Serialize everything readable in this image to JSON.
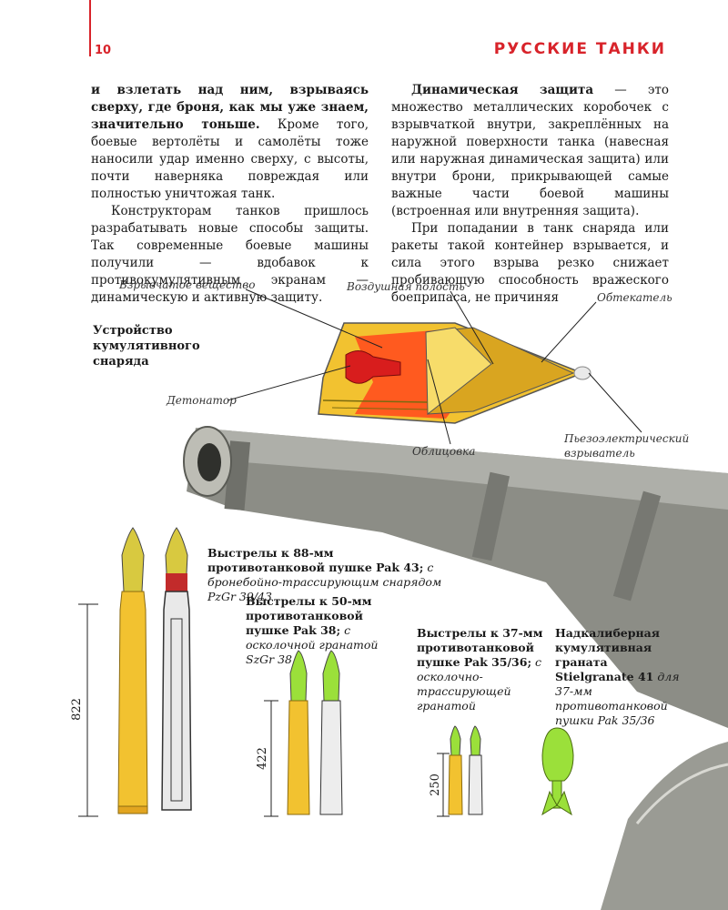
{
  "header": {
    "page_number": "10",
    "running_title": "РУССКИЕ ТАНКИ"
  },
  "body_text": {
    "col1_p1_bold": "и взлетать над ним, взрываясь сверху, где броня, как мы уже знаем, значительно тоньше.",
    "col1_p1_rest": " Кроме того, боевые вертолёты и самолёты тоже наносили удар именно сверху, с высоты, почти наверняка повреждая или полностью уничтожая танк.",
    "col1_p2": "Конструкторам танков пришлось разрабатывать новые способы защиты. Так современные боевые машины получили — вдобавок к противокумулятивным экранам — динамическую и активную защиту.",
    "col2_p1_bold": "Динамическая защита",
    "col2_p1_rest": " — это множество металлических коробочек с взрывчаткой внутри, закреплённых на наружной поверхности танка (навесная или наружная динамическая защита) или внутри брони, прикрывающей самые важные части боевой машины (встроенная или внутренняя защита).",
    "col2_p2": "При попадании в танк снаряда или ракеты такой контейнер взрывается, и сила этого взрыва резко снижает пробивающую способность вражеского боеприпаса, не причиняя"
  },
  "diagram": {
    "title": "Устройство кумулятивного снаряда",
    "labels": {
      "explosive": "Взрывчатое вещество",
      "air_cavity": "Воздушная полость",
      "fairing": "Обтекатель",
      "detonator": "Детонатор",
      "liner": "Облицовка",
      "piezo_fuze": "Пьезоэлектрический взрыватель"
    }
  },
  "captions": {
    "c88_bold": "Выстрелы к 88-мм противотанковой пушке Pak 43;",
    "c88_italic": " с бронебойно-трассирующим снарядом PzGr 39/43",
    "c50_bold": "Выстрелы к 50-мм противотанковой пушке Pak 38;",
    "c50_italic": " с осколочной гранатой SzGr 38",
    "c37_bold": "Выстрелы к 37-мм противотанковой пушке Pak 35/36;",
    "c37_italic": " с осколочно-трассирующей гранатой",
    "cstiel_bold": "Надкалиберная кумулятивная граната Stielgranate 41",
    "cstiel_italic": " для 37-мм противотанковой пушки Pak 35/36"
  },
  "dimensions": {
    "d88": "822",
    "d50": "422",
    "d37": "250"
  },
  "colors": {
    "accent_red": "#d8232a",
    "shell_yellow": "#f2c230",
    "charge_orange": "#ff5a1f",
    "tip_green": "#9be03a",
    "barrel_gray": "#8c8d86"
  }
}
